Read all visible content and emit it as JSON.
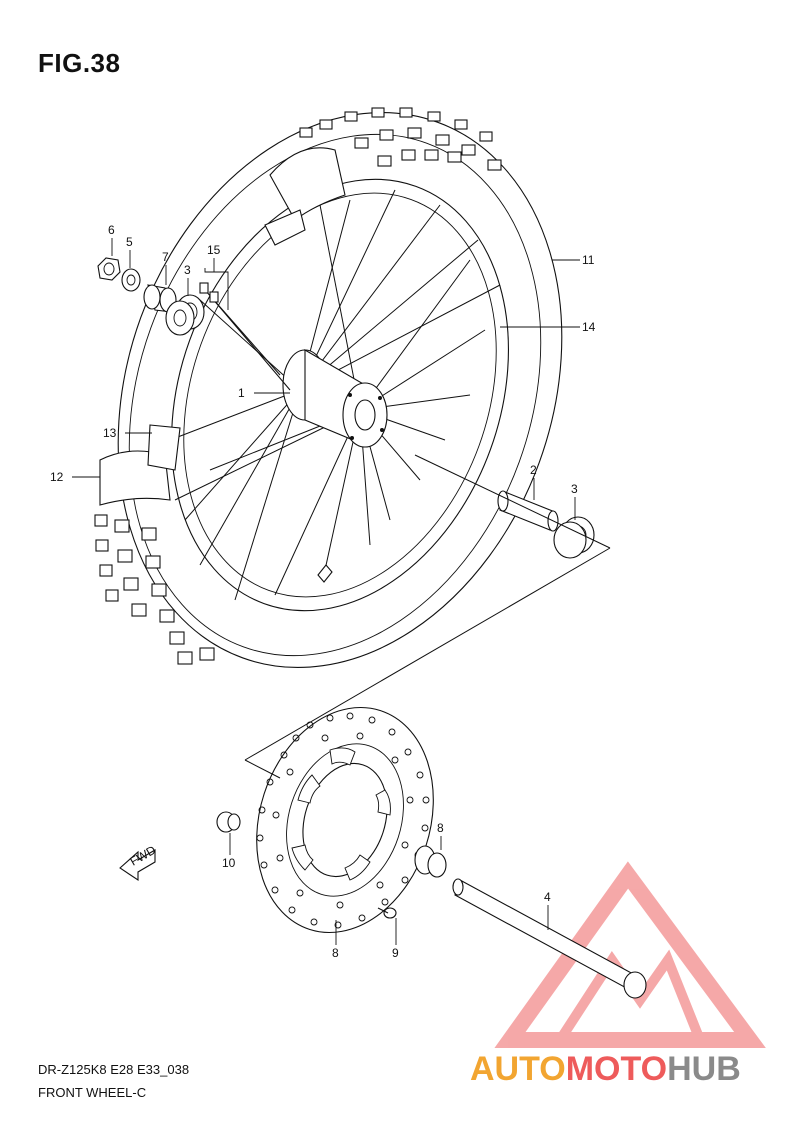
{
  "figure": {
    "title": "FIG.38",
    "model_code": "DR-Z125K8 E28 E33_038",
    "section_name": "FRONT WHEEL-C"
  },
  "callouts": [
    "1",
    "2",
    "3",
    "3",
    "4",
    "5",
    "6",
    "7",
    "8",
    "8",
    "9",
    "10",
    "11",
    "12",
    "13",
    "14",
    "15"
  ],
  "fwd_label": "FWD",
  "watermark": {
    "part1": "AUTO",
    "part2": "MOTO",
    "part3": "HUB",
    "color_orange": "#f2a531",
    "color_red": "#ee5b5b",
    "color_gray": "#8a8a8a"
  }
}
